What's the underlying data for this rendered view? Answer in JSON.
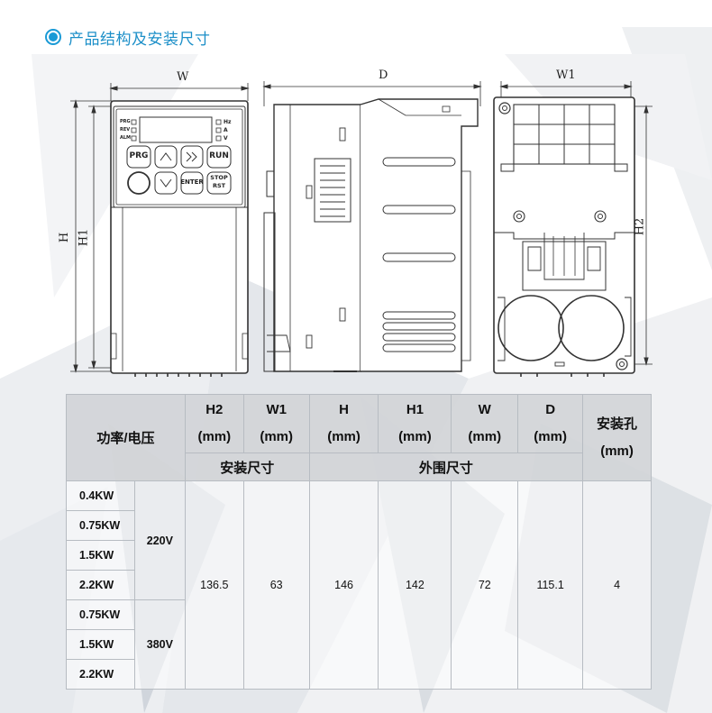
{
  "header": {
    "title": "产品结构及安装尺寸"
  },
  "drawing": {
    "front": {
      "width_label": "W",
      "height_label": "H",
      "height1_label": "H1",
      "led_labels": [
        "PRG",
        "REV",
        "ALM",
        "Hz",
        "A",
        "V"
      ],
      "key_labels": [
        "PRG",
        "RUN",
        "ENTER",
        "STOP RST"
      ]
    },
    "side": {
      "depth_label": "D"
    },
    "back": {
      "width1_label": "W1",
      "height2_label": "H2"
    }
  },
  "table": {
    "power_voltage_header": "功率/电压",
    "columns": [
      {
        "name": "H2",
        "unit": "(mm)"
      },
      {
        "name": "W1",
        "unit": "(mm)"
      },
      {
        "name": "H",
        "unit": "(mm)"
      },
      {
        "name": "H1",
        "unit": "(mm)"
      },
      {
        "name": "W",
        "unit": "(mm)"
      },
      {
        "name": "D",
        "unit": "(mm)"
      }
    ],
    "hole_header": {
      "name": "安装孔",
      "unit": "(mm)"
    },
    "group_install": "安装尺寸",
    "group_outer": "外围尺寸",
    "voltage_groups": [
      {
        "voltage": "220V",
        "powers": [
          "0.4KW",
          "0.75KW",
          "1.5KW",
          "2.2KW"
        ]
      },
      {
        "voltage": "380V",
        "powers": [
          "0.75KW",
          "1.5KW",
          "2.2KW"
        ]
      }
    ],
    "values": {
      "H2": "136.5",
      "W1": "63",
      "H": "146",
      "H1": "142",
      "W": "72",
      "D": "115.1",
      "hole": "4"
    }
  },
  "colors": {
    "accent": "#1a9ad6",
    "header_fill": "#d2d4d8",
    "grid_line": "#b7bcc2"
  }
}
